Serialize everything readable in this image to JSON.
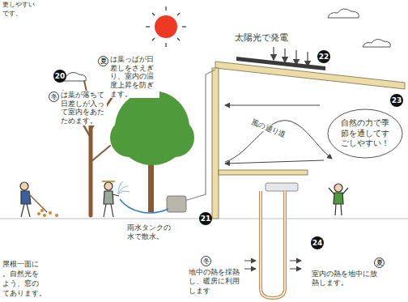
{
  "diagram": {
    "nodes": [
      {
        "text": [
          "自然の力で季節を通してすごしやすい！"
        ]
      }
    ],
    "labels": [
      "更しやすい",
      "です。",
      "太陽光で発電",
      "20",
      "冬",
      "は葉が落ちて日差しが入って室内をあたためます。",
      "夏",
      "は葉っぱが日差しをさえぎり、室内の温度上昇を防ぎます。",
      "22",
      "23",
      "風の通り道",
      "21",
      "雨水タンクの水で散水。",
      "24",
      "屋根一面に",
      "。自然光を",
      "よう、窓の",
      "てあります。",
      "冬",
      "地中の熱を採熱し、暖房に利用します",
      "夏",
      "室内の熱を地中に放熱します。"
    ]
  }
}
